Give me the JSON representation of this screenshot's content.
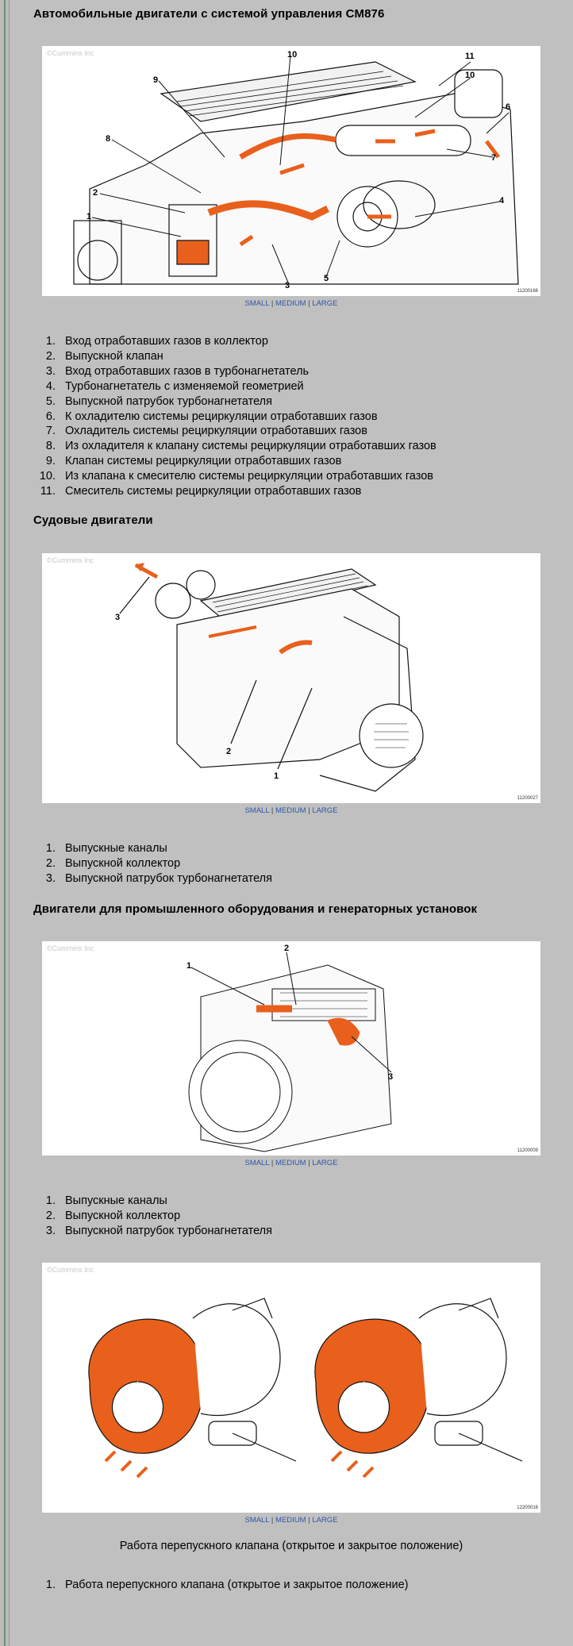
{
  "sections": [
    {
      "title": "Автомобильные двигатели с системой управления CM876",
      "figure": {
        "copyright": "©Cummins Inc",
        "figure_id": "11200166",
        "callout_numbers": [
          "10",
          "11",
          "10",
          "9",
          "6",
          "8",
          "7",
          "2",
          "1",
          "4",
          "3",
          "5"
        ],
        "size_links": [
          "SMALL",
          "MEDIUM",
          "LARGE"
        ],
        "size_separator": "|"
      },
      "legend": [
        {
          "num": "1.",
          "text": "Вход отработавших газов в коллектор"
        },
        {
          "num": "2.",
          "text": "Выпускной клапан"
        },
        {
          "num": "3.",
          "text": "Вход отработавших газов в турбонагнетатель"
        },
        {
          "num": "4.",
          "text": "Турбонагнетатель с изменяемой геометрией"
        },
        {
          "num": "5.",
          "text": "Выпускной патрубок турбонагнетателя"
        },
        {
          "num": "6.",
          "text": "К охладителю системы рециркуляции отработавших газов"
        },
        {
          "num": "7.",
          "text": "Охладитель системы рециркуляции отработавших газов"
        },
        {
          "num": "8.",
          "text": "Из охладителя к клапану системы рециркуляции отработавших газов"
        },
        {
          "num": "9.",
          "text": "Клапан системы рециркуляции отработавших газов"
        },
        {
          "num": "10.",
          "text": "Из клапана к смесителю системы рециркуляции отработавших газов"
        },
        {
          "num": "11.",
          "text": "Смеситель системы рециркуляции отработавших газов"
        }
      ]
    },
    {
      "title": "Судовые двигатели",
      "figure": {
        "copyright": "©Cummins Inc",
        "figure_id": "11200027",
        "callout_numbers": [
          "3",
          "2",
          "1"
        ],
        "size_links": [
          "SMALL",
          "MEDIUM",
          "LARGE"
        ],
        "size_separator": "|"
      },
      "legend": [
        {
          "num": "1.",
          "text": "Выпускные каналы"
        },
        {
          "num": "2.",
          "text": "Выпускной коллектор"
        },
        {
          "num": "3.",
          "text": "Выпускной патрубок турбонагнетателя"
        }
      ]
    },
    {
      "title": "Двигатели для промышленного оборудования и генераторных установок",
      "figure": {
        "copyright": "©Cummins Inc",
        "figure_id": "11200009",
        "callout_numbers": [
          "2",
          "1",
          "3"
        ],
        "size_links": [
          "SMALL",
          "MEDIUM",
          "LARGE"
        ],
        "size_separator": "|"
      },
      "legend": [
        {
          "num": "1.",
          "text": "Выпускные каналы"
        },
        {
          "num": "2.",
          "text": "Выпускной коллектор"
        },
        {
          "num": "3.",
          "text": "Выпускной патрубок турбонагнетателя"
        }
      ]
    },
    {
      "title": "",
      "figure": {
        "copyright": "©Cummins Inc",
        "figure_id": "12200016",
        "size_links": [
          "SMALL",
          "MEDIUM",
          "LARGE"
        ],
        "size_separator": "|"
      },
      "caption": "Работа перепускного клапана (открытое и закрытое положение)",
      "legend": [
        {
          "num": "1.",
          "text": "Работа перепускного клапана (открытое и закрытое положение)"
        }
      ]
    }
  ],
  "colors": {
    "page_background": "#c0c0c0",
    "figure_background": "#ffffff",
    "highlight_orange": "#e8601c",
    "link_blue": "#2b57a8"
  }
}
